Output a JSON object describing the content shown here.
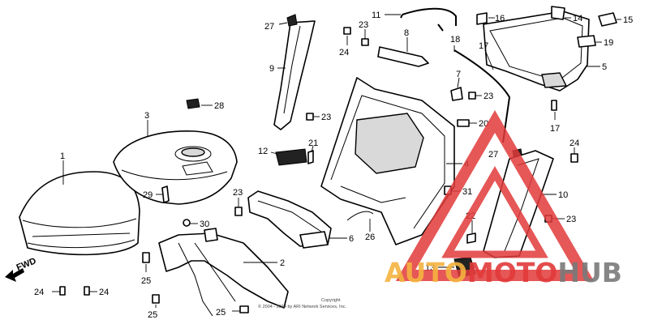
{
  "diagram": {
    "direction_label": "FWD",
    "copyright_line1": "Copyright",
    "copyright_line2": "© 2004 - 2014 by ARI Network Services, Inc.",
    "callouts": {
      "c1": "1",
      "c2": "2",
      "c3": "3",
      "c4": "4",
      "c5": "5",
      "c6": "6",
      "c7": "7",
      "c8": "8",
      "c9": "9",
      "c10": "10",
      "c11": "11",
      "c12": "12",
      "c13": "13",
      "c14": "14",
      "c15": "15",
      "c16": "16",
      "c17a": "17",
      "c17b": "17",
      "c18": "18",
      "c19": "19",
      "c20": "20",
      "c21": "21",
      "c22": "22",
      "c23a": "23",
      "c23b": "23",
      "c23c": "23",
      "c23d": "23",
      "c23e": "23",
      "c24a": "24",
      "c24b": "24",
      "c24c": "24",
      "c24d": "24",
      "c25a": "25",
      "c25b": "25",
      "c25c": "25",
      "c26": "26",
      "c27a": "27",
      "c27b": "27",
      "c28": "28",
      "c29": "29",
      "c30": "30",
      "c31": "31"
    }
  },
  "watermark": {
    "word_part1": "AUTO",
    "word_part2": "MOTO",
    "word_part3": "HUB",
    "color_orange": "#f5b340",
    "color_red": "#e23a3a",
    "color_gray": "#7a7a7a"
  }
}
